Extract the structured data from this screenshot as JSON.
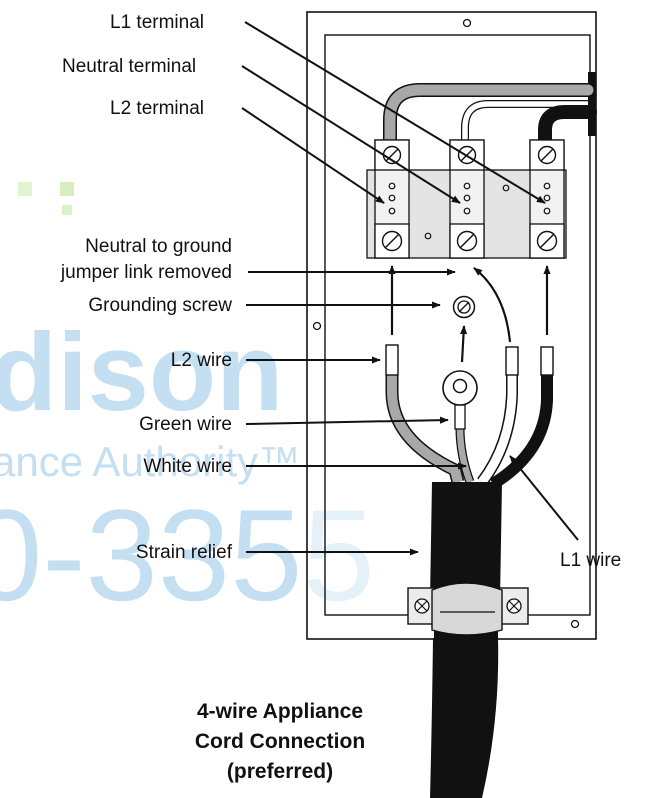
{
  "labels": {
    "l1_terminal": "L1 terminal",
    "neutral_terminal": "Neutral terminal",
    "l2_terminal": "L2 terminal",
    "jumper_line1": "Neutral to ground",
    "jumper_line2": "jumper link removed",
    "grounding_screw": "Grounding screw",
    "l2_wire": "L2 wire",
    "green_wire": "Green wire",
    "white_wire": "White wire",
    "strain_relief": "Strain relief",
    "l1_wire": "L1 wire"
  },
  "caption": {
    "line1": "4-wire Appliance",
    "line2": "Cord Connection",
    "line3": "(preferred)"
  },
  "watermark": {
    "brand": "dison",
    "tagline": "ance Authority™",
    "phone": "0-3355"
  },
  "colors": {
    "line": "#111111",
    "gray_wire": "#a8a8a8",
    "cord": "#111111",
    "watermark": "#2a8fd0"
  }
}
